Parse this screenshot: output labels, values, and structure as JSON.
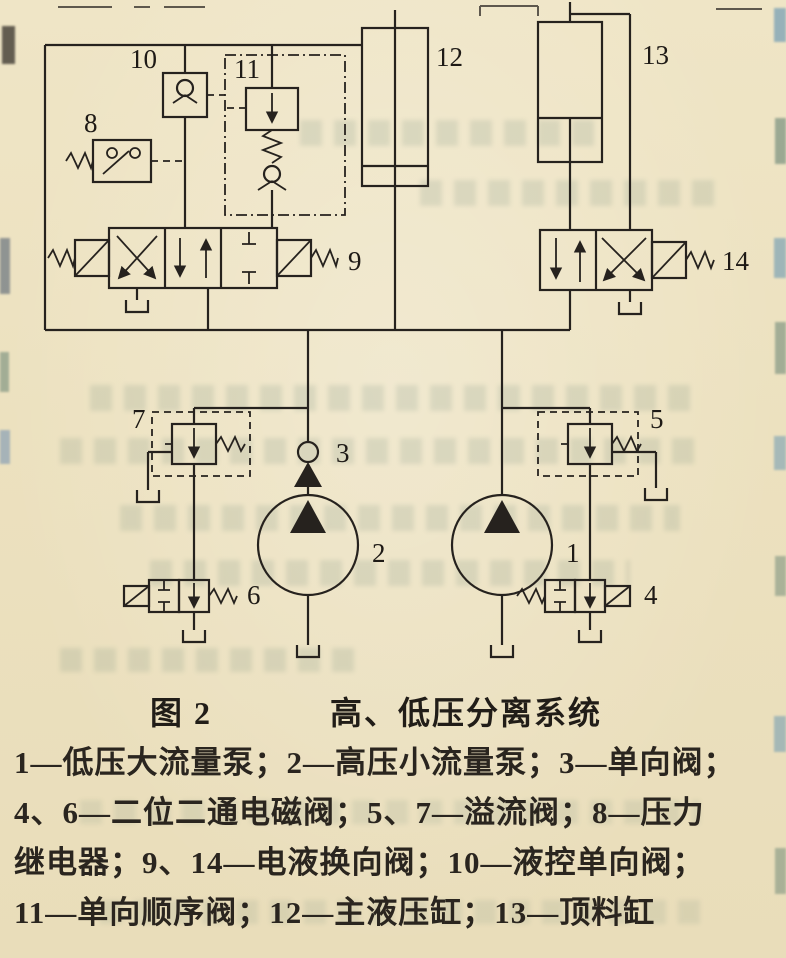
{
  "caption": {
    "label": "图 2",
    "title": "高、低压分离系统"
  },
  "legend_lines": [
    "1—低压大流量泵；2—高压小流量泵；3—单向阀；",
    "4、6—二位二通电磁阀；5、7—溢流阀；8—压力",
    "继电器；9、14—电液换向阀；10—液控单向阀；",
    "11—单向顺序阀；12—主液压缸；13—顶料缸"
  ],
  "labels": {
    "l1": "1",
    "l2": "2",
    "l3": "3",
    "l4": "4",
    "l5": "5",
    "l6": "6",
    "l7": "7",
    "l8": "8",
    "l9": "9",
    "l10": "10",
    "l11": "11",
    "l12": "12",
    "l13": "13",
    "l14": "14"
  },
  "colors": {
    "paper": "#ece1bf",
    "ink": "#26221e"
  }
}
